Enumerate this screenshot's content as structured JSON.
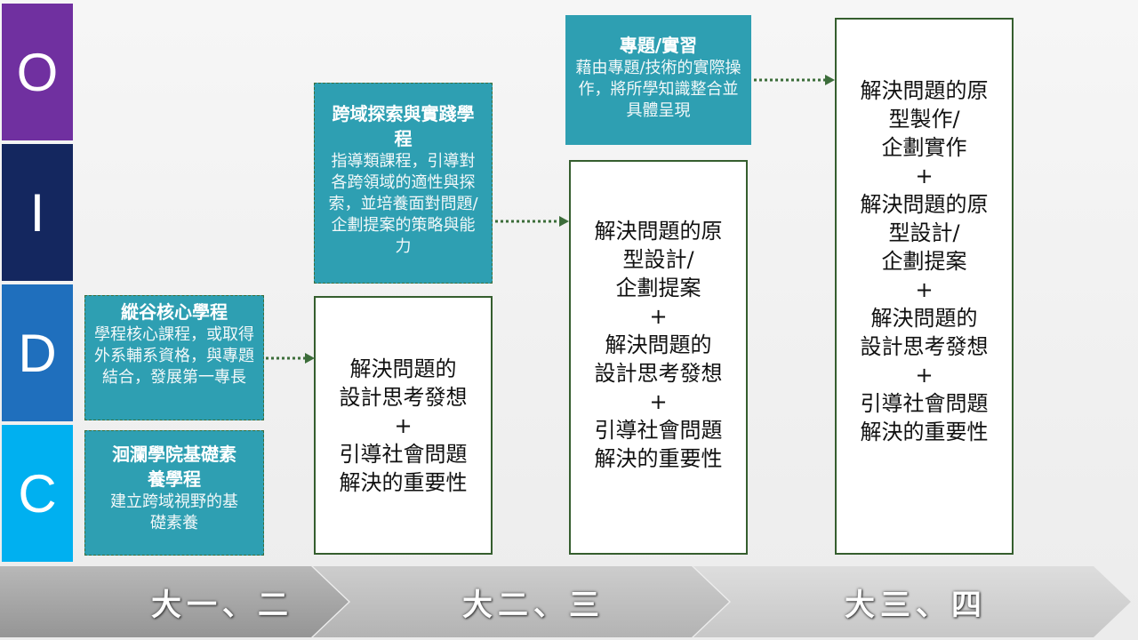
{
  "oidc": {
    "letters": [
      "O",
      "I",
      "D",
      "C"
    ],
    "colors": [
      "#7030a0",
      "#14275f",
      "#1f6fbd",
      "#00b0f0"
    ]
  },
  "programs": {
    "college": {
      "title": "洄瀾學院基礎素養學程",
      "desc": "建立跨域視野的基礎素養"
    },
    "core": {
      "title": "縱谷核心學程",
      "desc": "學程核心課程，或取得外系輔系資格，與專題結合，發展第一專長"
    },
    "cross": {
      "title": "跨域探索與實踐學程",
      "desc": "指導類課程，引導對各跨領域的適性與探索，並培養面對問題/企劃提案的策略與能力"
    },
    "project": {
      "title": "專題/實習",
      "desc": "藉由專題/技術的實際操作，將所學知識整合並具體呈現"
    }
  },
  "goals": {
    "col1": [
      "解決問題的",
      "設計思考發想",
      "+",
      "引導社會問題",
      "解決的重要性"
    ],
    "col2": [
      "解決問題的原",
      "型設計/",
      "企劃提案",
      "+",
      "解決問題的",
      "設計思考發想",
      "+",
      "引導社會問題",
      "解決的重要性"
    ],
    "col3": [
      "解決問題的原",
      "型製作/",
      "企劃實作",
      "+",
      "解決問題的原",
      "型設計/",
      "企劃提案",
      "+",
      "解決問題的",
      "設計思考發想",
      "+",
      "引導社會問題",
      "解決的重要性"
    ]
  },
  "stages": [
    "大一、二",
    "大二、三",
    "大三、四"
  ],
  "colors": {
    "teal": "#2e9fb2",
    "border_green": "#355e2e",
    "arrow_green": "#3c6d3a",
    "timeline_gray": "#a6a6a6"
  }
}
